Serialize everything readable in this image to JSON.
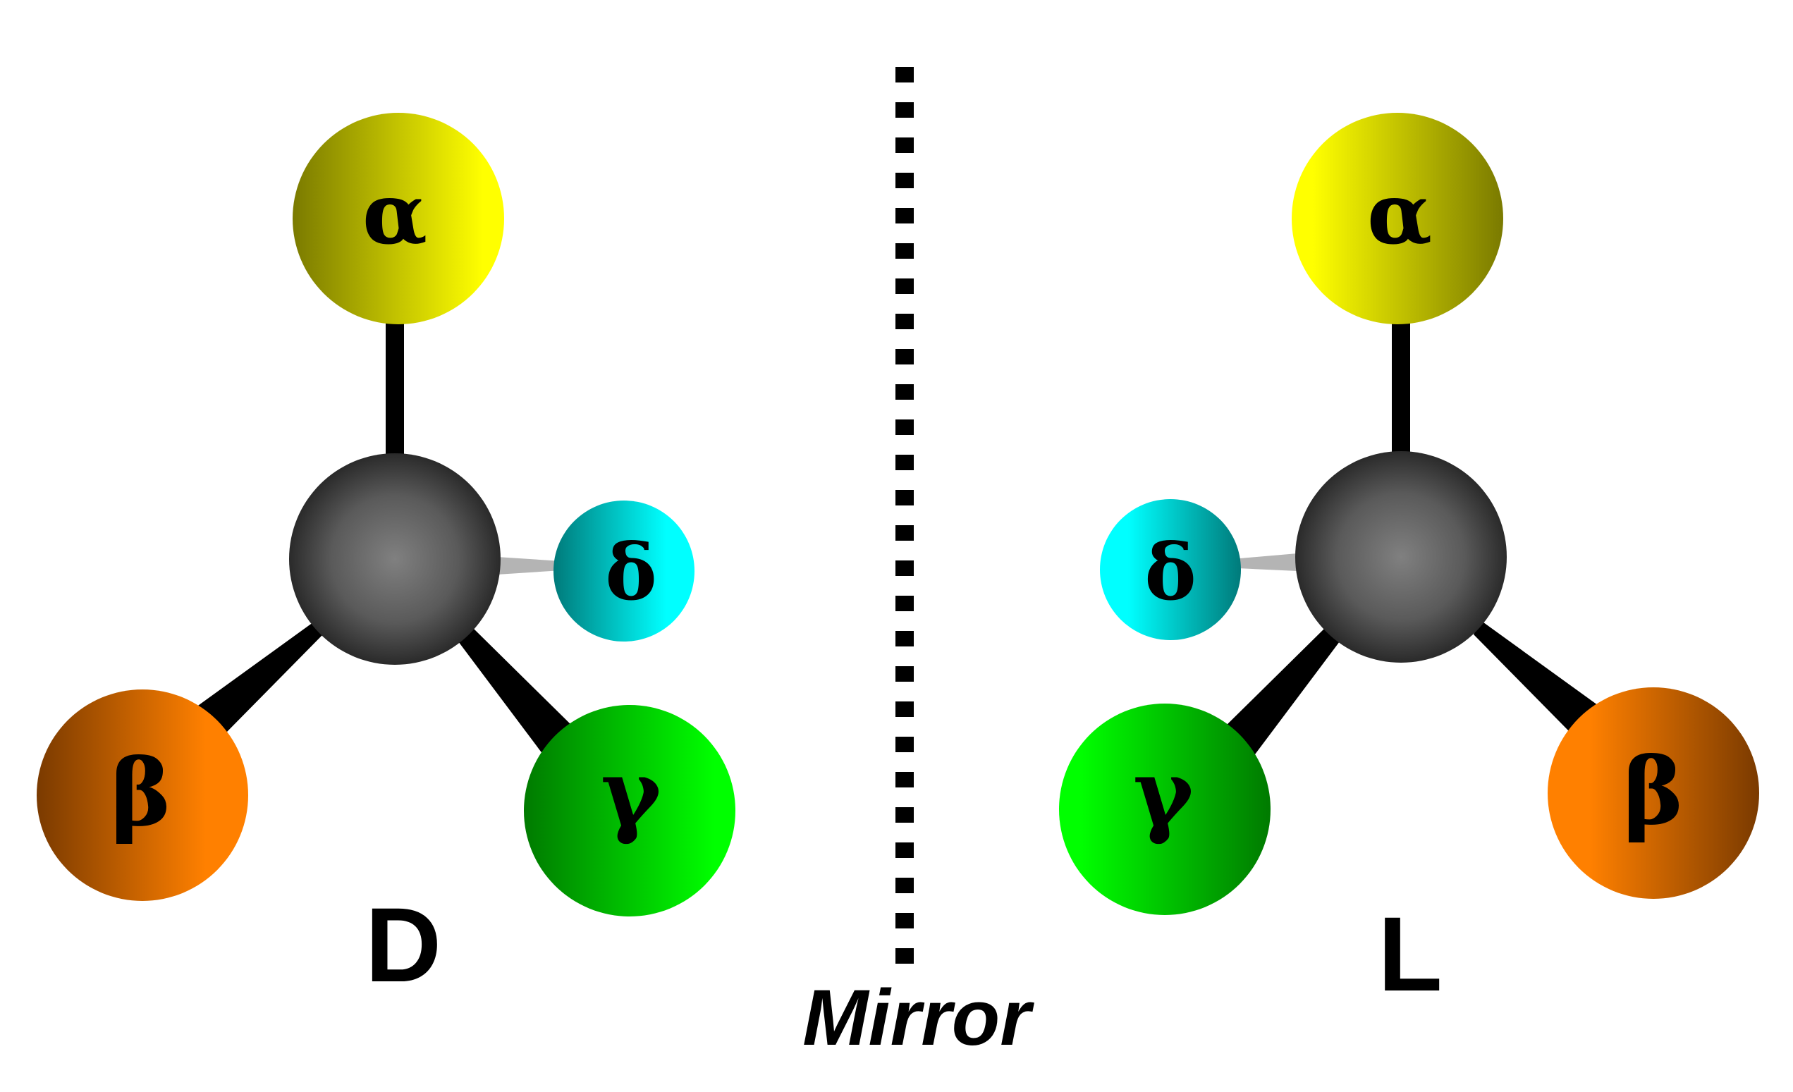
{
  "diagram": {
    "mirror_label": "Mirror",
    "d_molecule": {
      "config_label": "D",
      "substituents": {
        "alpha": "α",
        "beta": "β",
        "gamma": "γ",
        "delta": "δ"
      }
    },
    "l_molecule": {
      "config_label": "L",
      "substituents": {
        "alpha": "α",
        "beta": "β",
        "gamma": "γ",
        "delta": "δ"
      }
    }
  },
  "colors": {
    "alpha_light": "#ffff00",
    "alpha_dark": "#7a7a00",
    "beta_light": "#ff8000",
    "beta_dark": "#7a3a00",
    "gamma_light": "#00ff00",
    "gamma_dark": "#007a00",
    "delta_light": "#00ffff",
    "delta_dark": "#007a7a",
    "center_light": "#808080",
    "center_dark": "#2a2a2a",
    "bond": "#000000",
    "hashed_bond": "#b4b4b4"
  }
}
